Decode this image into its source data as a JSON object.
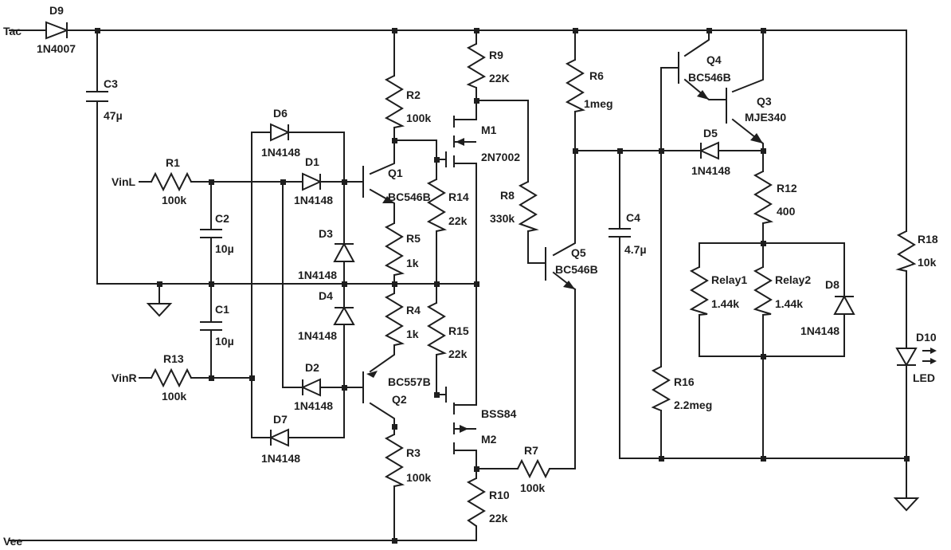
{
  "nets": {
    "tac": "Tac",
    "vinl": "VinL",
    "vinr": "VinR",
    "vee": "Vee"
  },
  "parts": {
    "d9": {
      "ref": "D9",
      "value": "1N4007"
    },
    "c3": {
      "ref": "C3",
      "value": "47µ"
    },
    "d6": {
      "ref": "D6",
      "value": "1N4148"
    },
    "d1": {
      "ref": "D1",
      "value": "1N4148"
    },
    "r1": {
      "ref": "R1",
      "value": "100k"
    },
    "c2": {
      "ref": "C2",
      "value": "10µ"
    },
    "d3": {
      "ref": "D3",
      "value": "1N4148"
    },
    "d4": {
      "ref": "D4",
      "value": "1N4148"
    },
    "c1": {
      "ref": "C1",
      "value": "10µ"
    },
    "r13": {
      "ref": "R13",
      "value": "100k"
    },
    "d2": {
      "ref": "D2",
      "value": "1N4148"
    },
    "d7": {
      "ref": "D7",
      "value": "1N4148"
    },
    "r2": {
      "ref": "R2",
      "value": "100k"
    },
    "q1": {
      "ref": "Q1",
      "value": "BC546B"
    },
    "r5": {
      "ref": "R5",
      "value": "1k"
    },
    "r4": {
      "ref": "R4",
      "value": "1k"
    },
    "q2": {
      "ref": "Q2",
      "value": "BC557B"
    },
    "r3": {
      "ref": "R3",
      "value": "100k"
    },
    "r9": {
      "ref": "R9",
      "value": "22K"
    },
    "m1": {
      "ref": "M1",
      "value": "2N7002"
    },
    "r14": {
      "ref": "R14",
      "value": "22k"
    },
    "r15": {
      "ref": "R15",
      "value": "22k"
    },
    "m2": {
      "ref": "M2",
      "value": "BSS84"
    },
    "r10": {
      "ref": "R10",
      "value": "22k"
    },
    "r8": {
      "ref": "R8",
      "value": "330k"
    },
    "r6": {
      "ref": "R6",
      "value": "1meg"
    },
    "q5": {
      "ref": "Q5",
      "value": "BC546B"
    },
    "r7": {
      "ref": "R7",
      "value": "100k"
    },
    "c4": {
      "ref": "C4",
      "value": "4.7µ"
    },
    "q4": {
      "ref": "Q4",
      "value": "BC546B"
    },
    "q3": {
      "ref": "Q3",
      "value": "MJE340"
    },
    "d5": {
      "ref": "D5",
      "value": "1N4148"
    },
    "r12": {
      "ref": "R12",
      "value": "400"
    },
    "relay1": {
      "ref": "Relay1",
      "value": "1.44k"
    },
    "relay2": {
      "ref": "Relay2",
      "value": "1.44k"
    },
    "d8": {
      "ref": "D8",
      "value": "1N4148"
    },
    "r16": {
      "ref": "R16",
      "value": "2.2meg"
    },
    "r18": {
      "ref": "R18",
      "value": "10k"
    },
    "d10": {
      "ref": "D10",
      "value": "LED"
    }
  }
}
